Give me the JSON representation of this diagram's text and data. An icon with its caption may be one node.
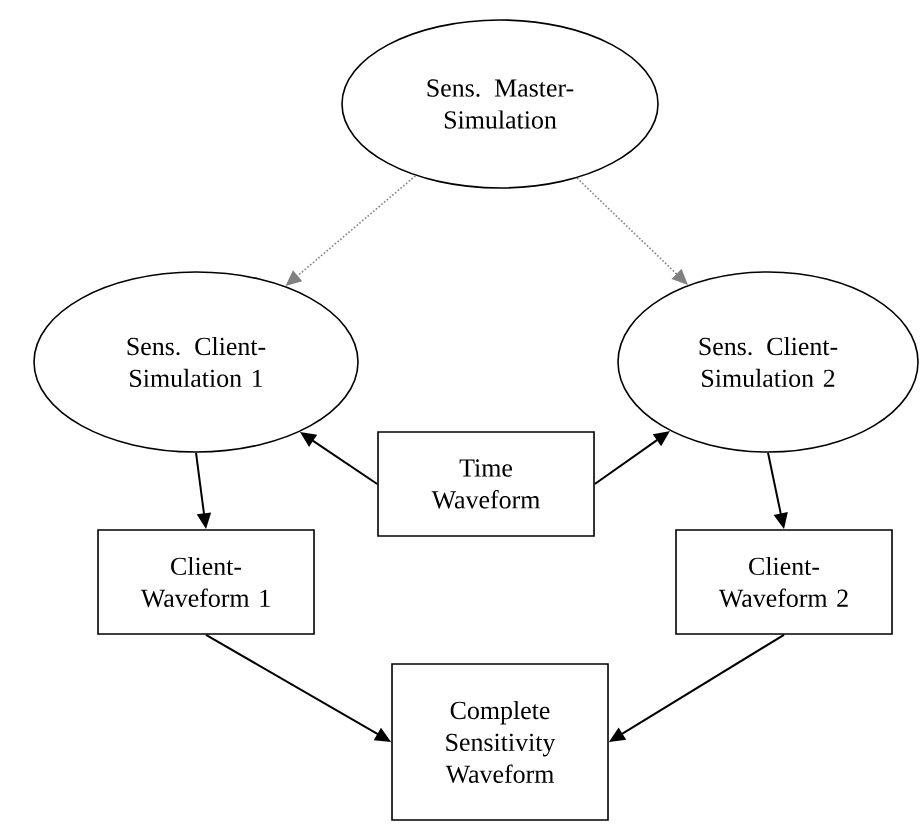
{
  "diagram": {
    "nodes": [
      {
        "text": [
          "Sens. Master- Simulation"
        ]
      },
      {
        "text": [
          "Sens. Client- Simulation 1"
        ]
      },
      {
        "text": [
          "Sens. Client- Simulation 2"
        ]
      },
      {
        "text": [
          "Time Waveform"
        ]
      },
      {
        "text": [
          "Client- Waveform 1"
        ]
      },
      {
        "text": [
          "Client- Waveform 2"
        ]
      },
      {
        "text": [
          "Complete Sensitivity Waveform"
        ]
      }
    ],
    "edges": [
      {
        "from": 0,
        "to": 1,
        "arrow": "to",
        "style": "dashed",
        "color": "#808080"
      },
      {
        "from": 0,
        "to": 2,
        "arrow": "to",
        "style": "dashed",
        "color": "#808080"
      },
      {
        "from": 3,
        "to": 1,
        "arrow": "to"
      },
      {
        "from": 3,
        "to": 2,
        "arrow": "to"
      },
      {
        "from": 1,
        "to": 4,
        "arrow": "to"
      },
      {
        "from": 2,
        "to": 5,
        "arrow": "to"
      },
      {
        "from": 4,
        "to": 6,
        "arrow": "to"
      },
      {
        "from": 5,
        "to": 6,
        "arrow": "to"
      }
    ]
  }
}
